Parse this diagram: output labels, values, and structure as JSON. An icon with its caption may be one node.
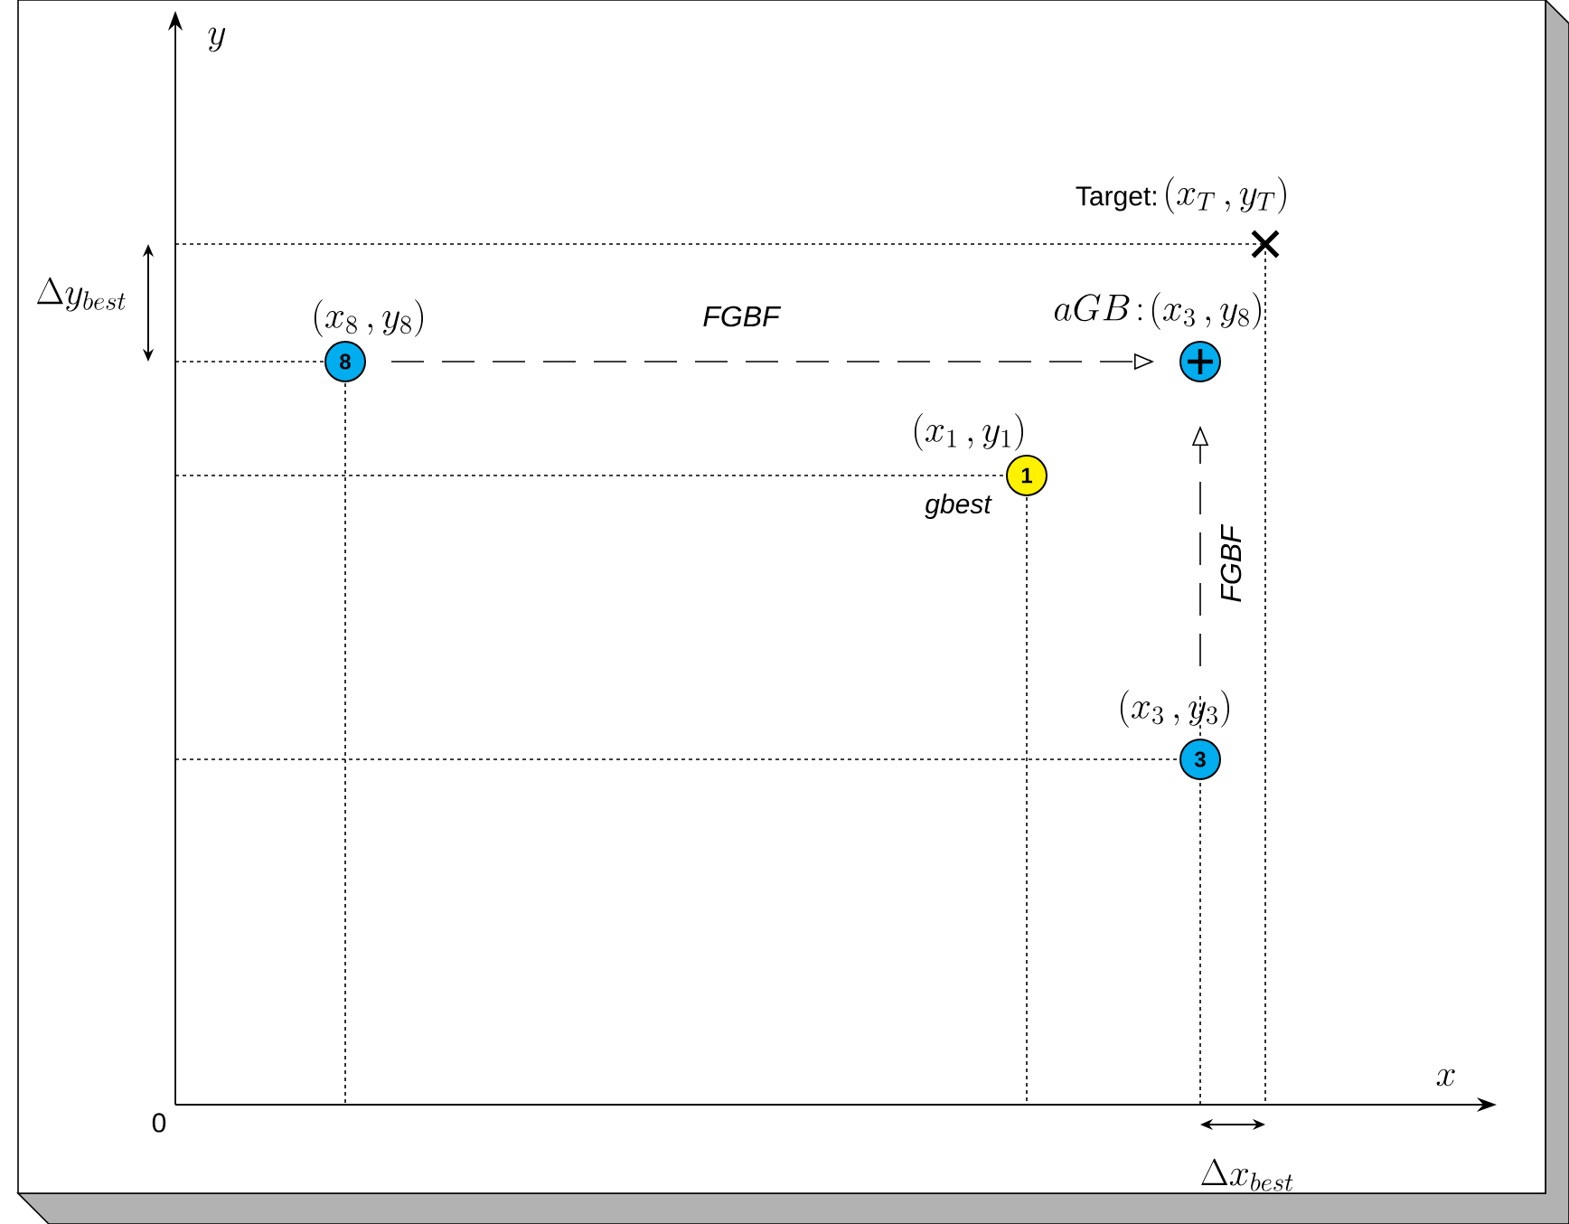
{
  "diagram": {
    "nodes": [
      {
        "text": [
          "8"
        ],
        "beside": [
          "(x_8\\,, y_8)"
        ]
      },
      {
        "text": [],
        "shape": "circle",
        "beside": [
          "aGB\\!:\\!(x_3\\,, y_8)"
        ]
      },
      {
        "text": [
          "1"
        ],
        "beside": [
          "(x_1\\,, y_1)",
          "gbest"
        ]
      },
      {
        "text": [
          "3"
        ],
        "beside": [
          "(x_3\\,, y_3)"
        ]
      },
      {
        "text": [],
        "shape": "cross",
        "beside": [
          "Target:",
          "(x_T\\,, y_T)"
        ]
      }
    ],
    "edges": [
      {
        "from": 0,
        "to": 1,
        "arrow": "to",
        "style": "dashed",
        "label": "FGBF"
      },
      {
        "from": 3,
        "to": 1,
        "arrow": "to",
        "style": "dashed",
        "label": "FGBF"
      }
    ],
    "labels": [
      "y",
      "\\Delta y_{best}",
      "x",
      "0",
      "\\Delta x_{best}"
    ]
  }
}
